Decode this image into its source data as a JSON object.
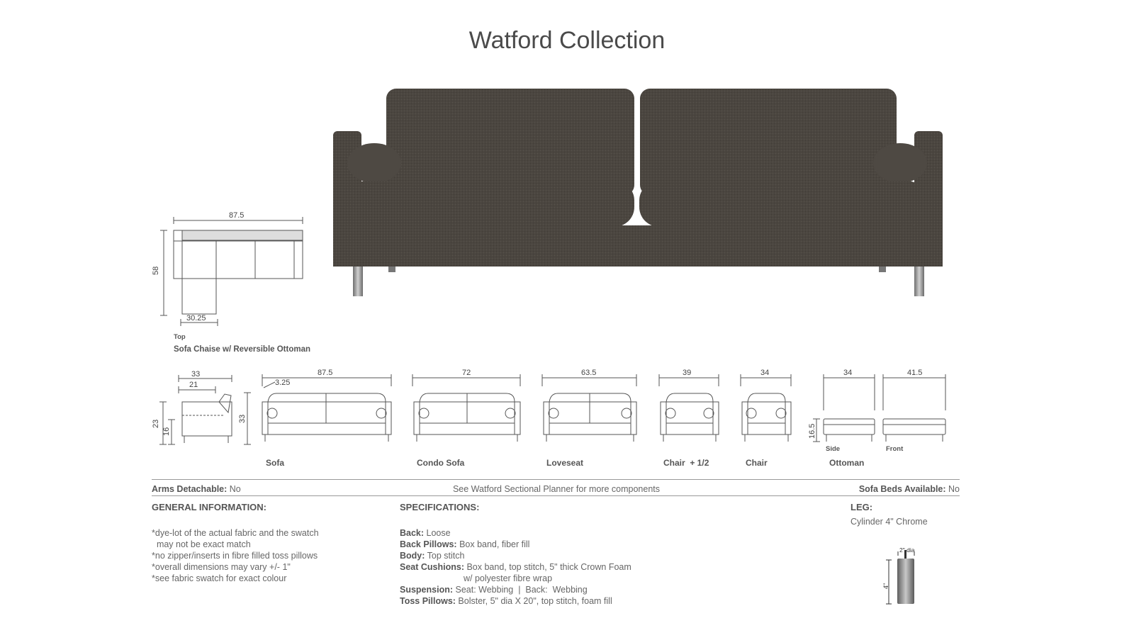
{
  "page": {
    "title": "Watford Collection"
  },
  "chaise": {
    "dim_width": "87.5",
    "dim_depth": "58",
    "dim_chaise": "30.25",
    "view_label": "Top",
    "caption": "Sofa Chaise w/ Reversible Ottoman"
  },
  "profile": {
    "dim_depth": "33",
    "dim_seat_depth": "21",
    "dim_height": "23",
    "dim_seat_height": "16",
    "dim_arm_height": "33"
  },
  "pieces": [
    {
      "name": "Sofa",
      "width": "87.5",
      "extra_dim": "3.25"
    },
    {
      "name": "Condo Sofa",
      "width": "72"
    },
    {
      "name": "Loveseat",
      "width": "63.5"
    },
    {
      "name": "Chair  + 1/2",
      "width": "39"
    },
    {
      "name": "Chair",
      "width": "34"
    }
  ],
  "ottoman": {
    "name": "Ottoman",
    "side_width": "34",
    "front_width": "41.5",
    "height": "16.5",
    "side_label": "Side",
    "front_label": "Front"
  },
  "info_bar": {
    "arms_label": "Arms Detachable:",
    "arms_value": " No",
    "center_note": "See Watford Sectional Planner for more components",
    "beds_label": "Sofa Beds Available:",
    "beds_value": " No"
  },
  "general": {
    "heading": "GENERAL INFORMATION:",
    "lines": [
      "*dye-lot of the actual fabric and the swatch",
      "  may not be exact match",
      "*no zipper/inserts in fibre filled toss pillows",
      "*overall dimensions may vary +/- 1\"",
      "*see fabric swatch for exact colour"
    ]
  },
  "specs": {
    "heading": "SPECIFICATIONS:",
    "items": [
      {
        "label": "Back:",
        "value": " Loose"
      },
      {
        "label": "Back Pillows:",
        "value": " Box band, fiber fill"
      },
      {
        "label": "Body:",
        "value": " Top stitch"
      },
      {
        "label": "Seat Cushions:",
        "value": " Box band, top stitch, 5\" thick Crown Foam"
      },
      {
        "label": "",
        "value": "w/ polyester fibre wrap"
      },
      {
        "label": "Suspension:",
        "value": " Seat: Webbing  |  Back:  Webbing"
      },
      {
        "label": "Toss Pillows:",
        "value": " Bolster, 5\" dia X 20\", top stitch, foam fill"
      }
    ]
  },
  "leg": {
    "heading": "LEG:",
    "value": "Cylinder 4\" Chrome",
    "dia_label": "2\" dia",
    "height_label": "4\"",
    "colors": {
      "chrome": "#8a8a8a"
    }
  },
  "colors": {
    "upholstery": "#4b4640",
    "upholstery_dark": "#3e3a35",
    "line": "#555555"
  }
}
